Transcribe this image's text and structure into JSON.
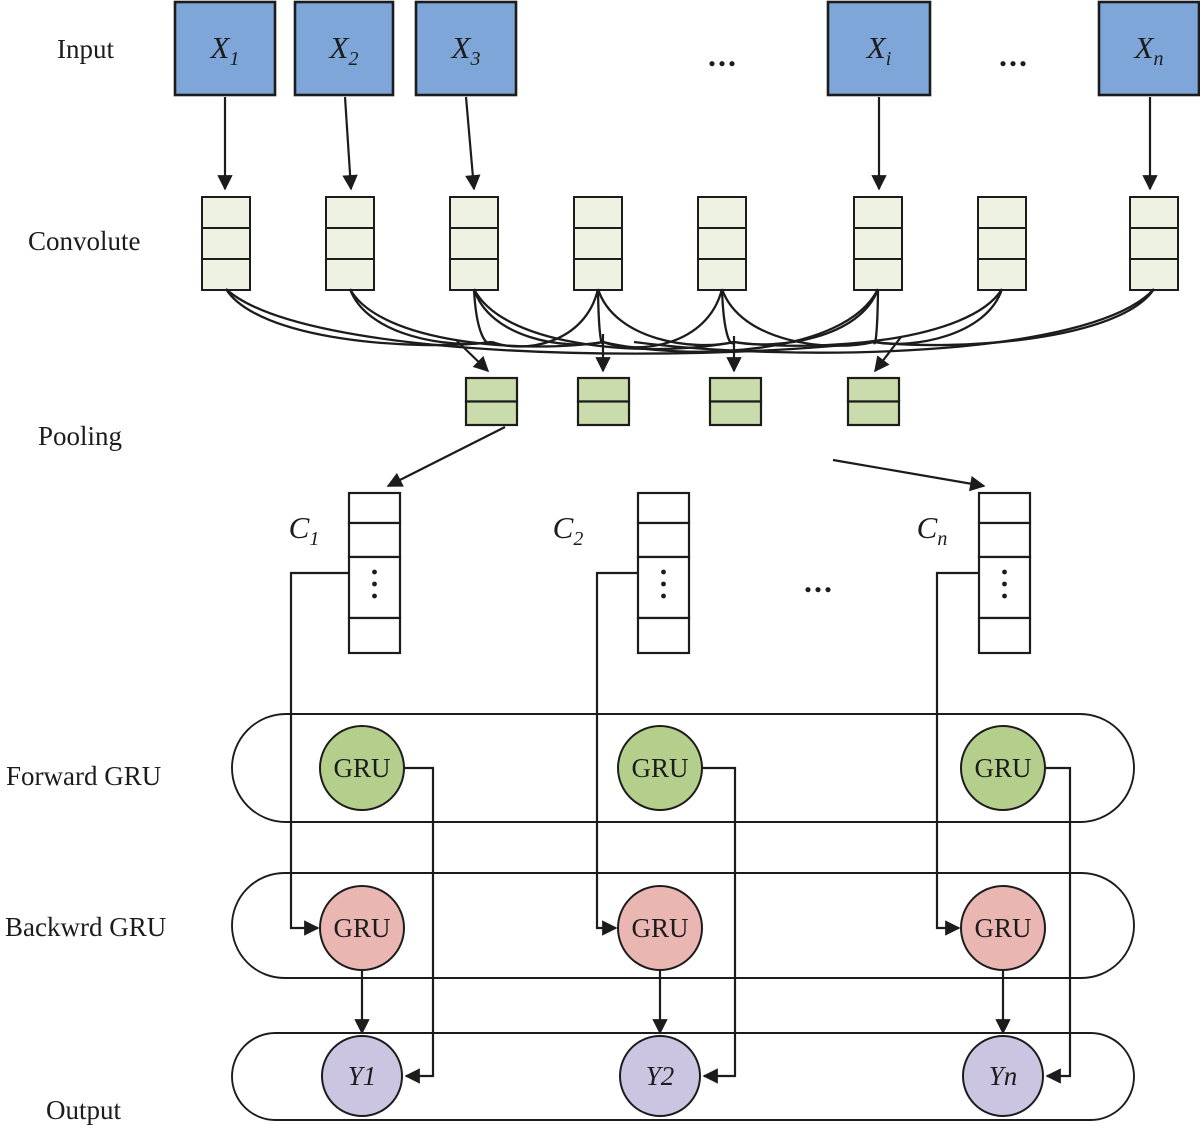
{
  "diagram": {
    "title_implied": "CNN + bidirectional GRU architecture",
    "row_labels": {
      "input": "Input",
      "convolute": "Convolute",
      "pooling": "Pooling",
      "forward_gru": "Forward GRU",
      "backward_gru": "Backwrd GRU",
      "output": "Output"
    },
    "input_nodes": [
      {
        "base": "X",
        "sub": "1"
      },
      {
        "base": "X",
        "sub": "2"
      },
      {
        "base": "X",
        "sub": "3"
      },
      {
        "base": "X",
        "sub": "i"
      },
      {
        "base": "X",
        "sub": "n"
      }
    ],
    "c_nodes": [
      {
        "base": "C",
        "sub": "1"
      },
      {
        "base": "C",
        "sub": "2"
      },
      {
        "base": "C",
        "sub": "n"
      }
    ],
    "gru_label": "GRU",
    "output_nodes": [
      "Y1",
      "Y2",
      "Yn"
    ],
    "ellipsis": "...",
    "vertical_ellipsis": "⋮",
    "structure": {
      "conv_columns": 8,
      "conv_cells_per_column": 3,
      "pool_columns": 4,
      "pool_cells_per_column": 2,
      "c_columns": 3,
      "c_cells_per_column": 4,
      "gru_columns": 3
    },
    "colors": {
      "input_box": "#7ea6d8",
      "conv_cell": "#edf2e2",
      "pool_cell": "#cadcab",
      "forward_gru_node": "#b4cf8c",
      "backward_gru_node": "#e9b6b2",
      "output_node": "#ccc5e2",
      "line": "#1c1c1c",
      "background": "#ffffff"
    }
  }
}
